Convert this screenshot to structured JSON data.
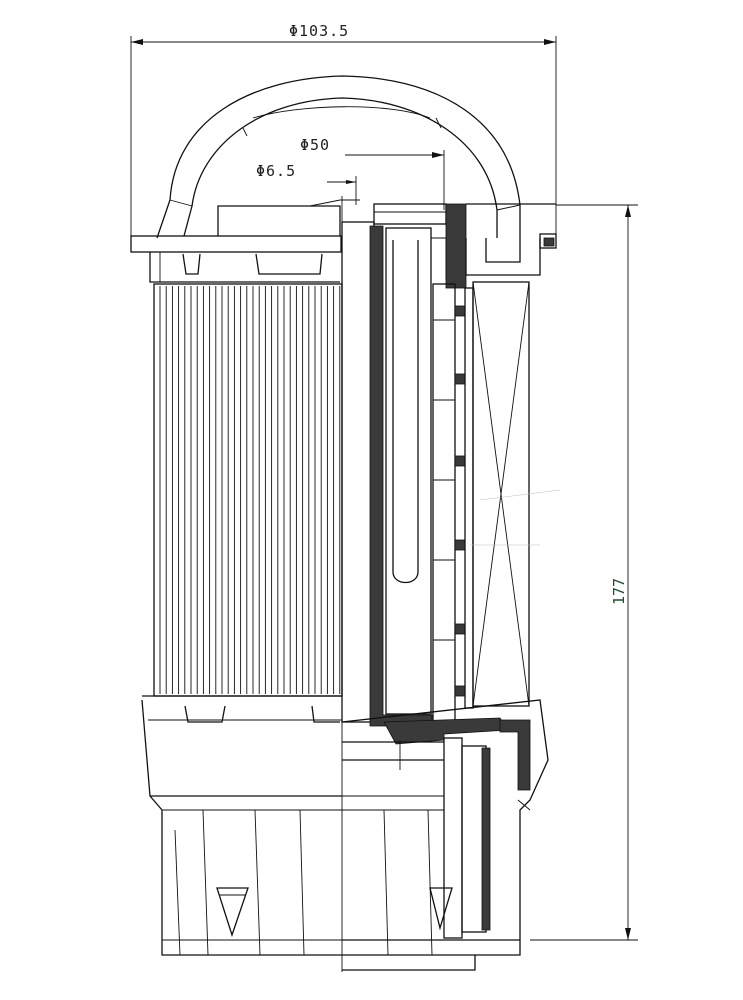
{
  "drawing": {
    "dimensions": {
      "outer_diameter": "Φ103.5",
      "inner_diameter": "Φ50",
      "hole_diameter": "Φ6.5",
      "height": "177"
    }
  },
  "colors": {
    "line": "#111111",
    "seal": "#3a3a3a",
    "height_text": "#1f4d2c"
  }
}
